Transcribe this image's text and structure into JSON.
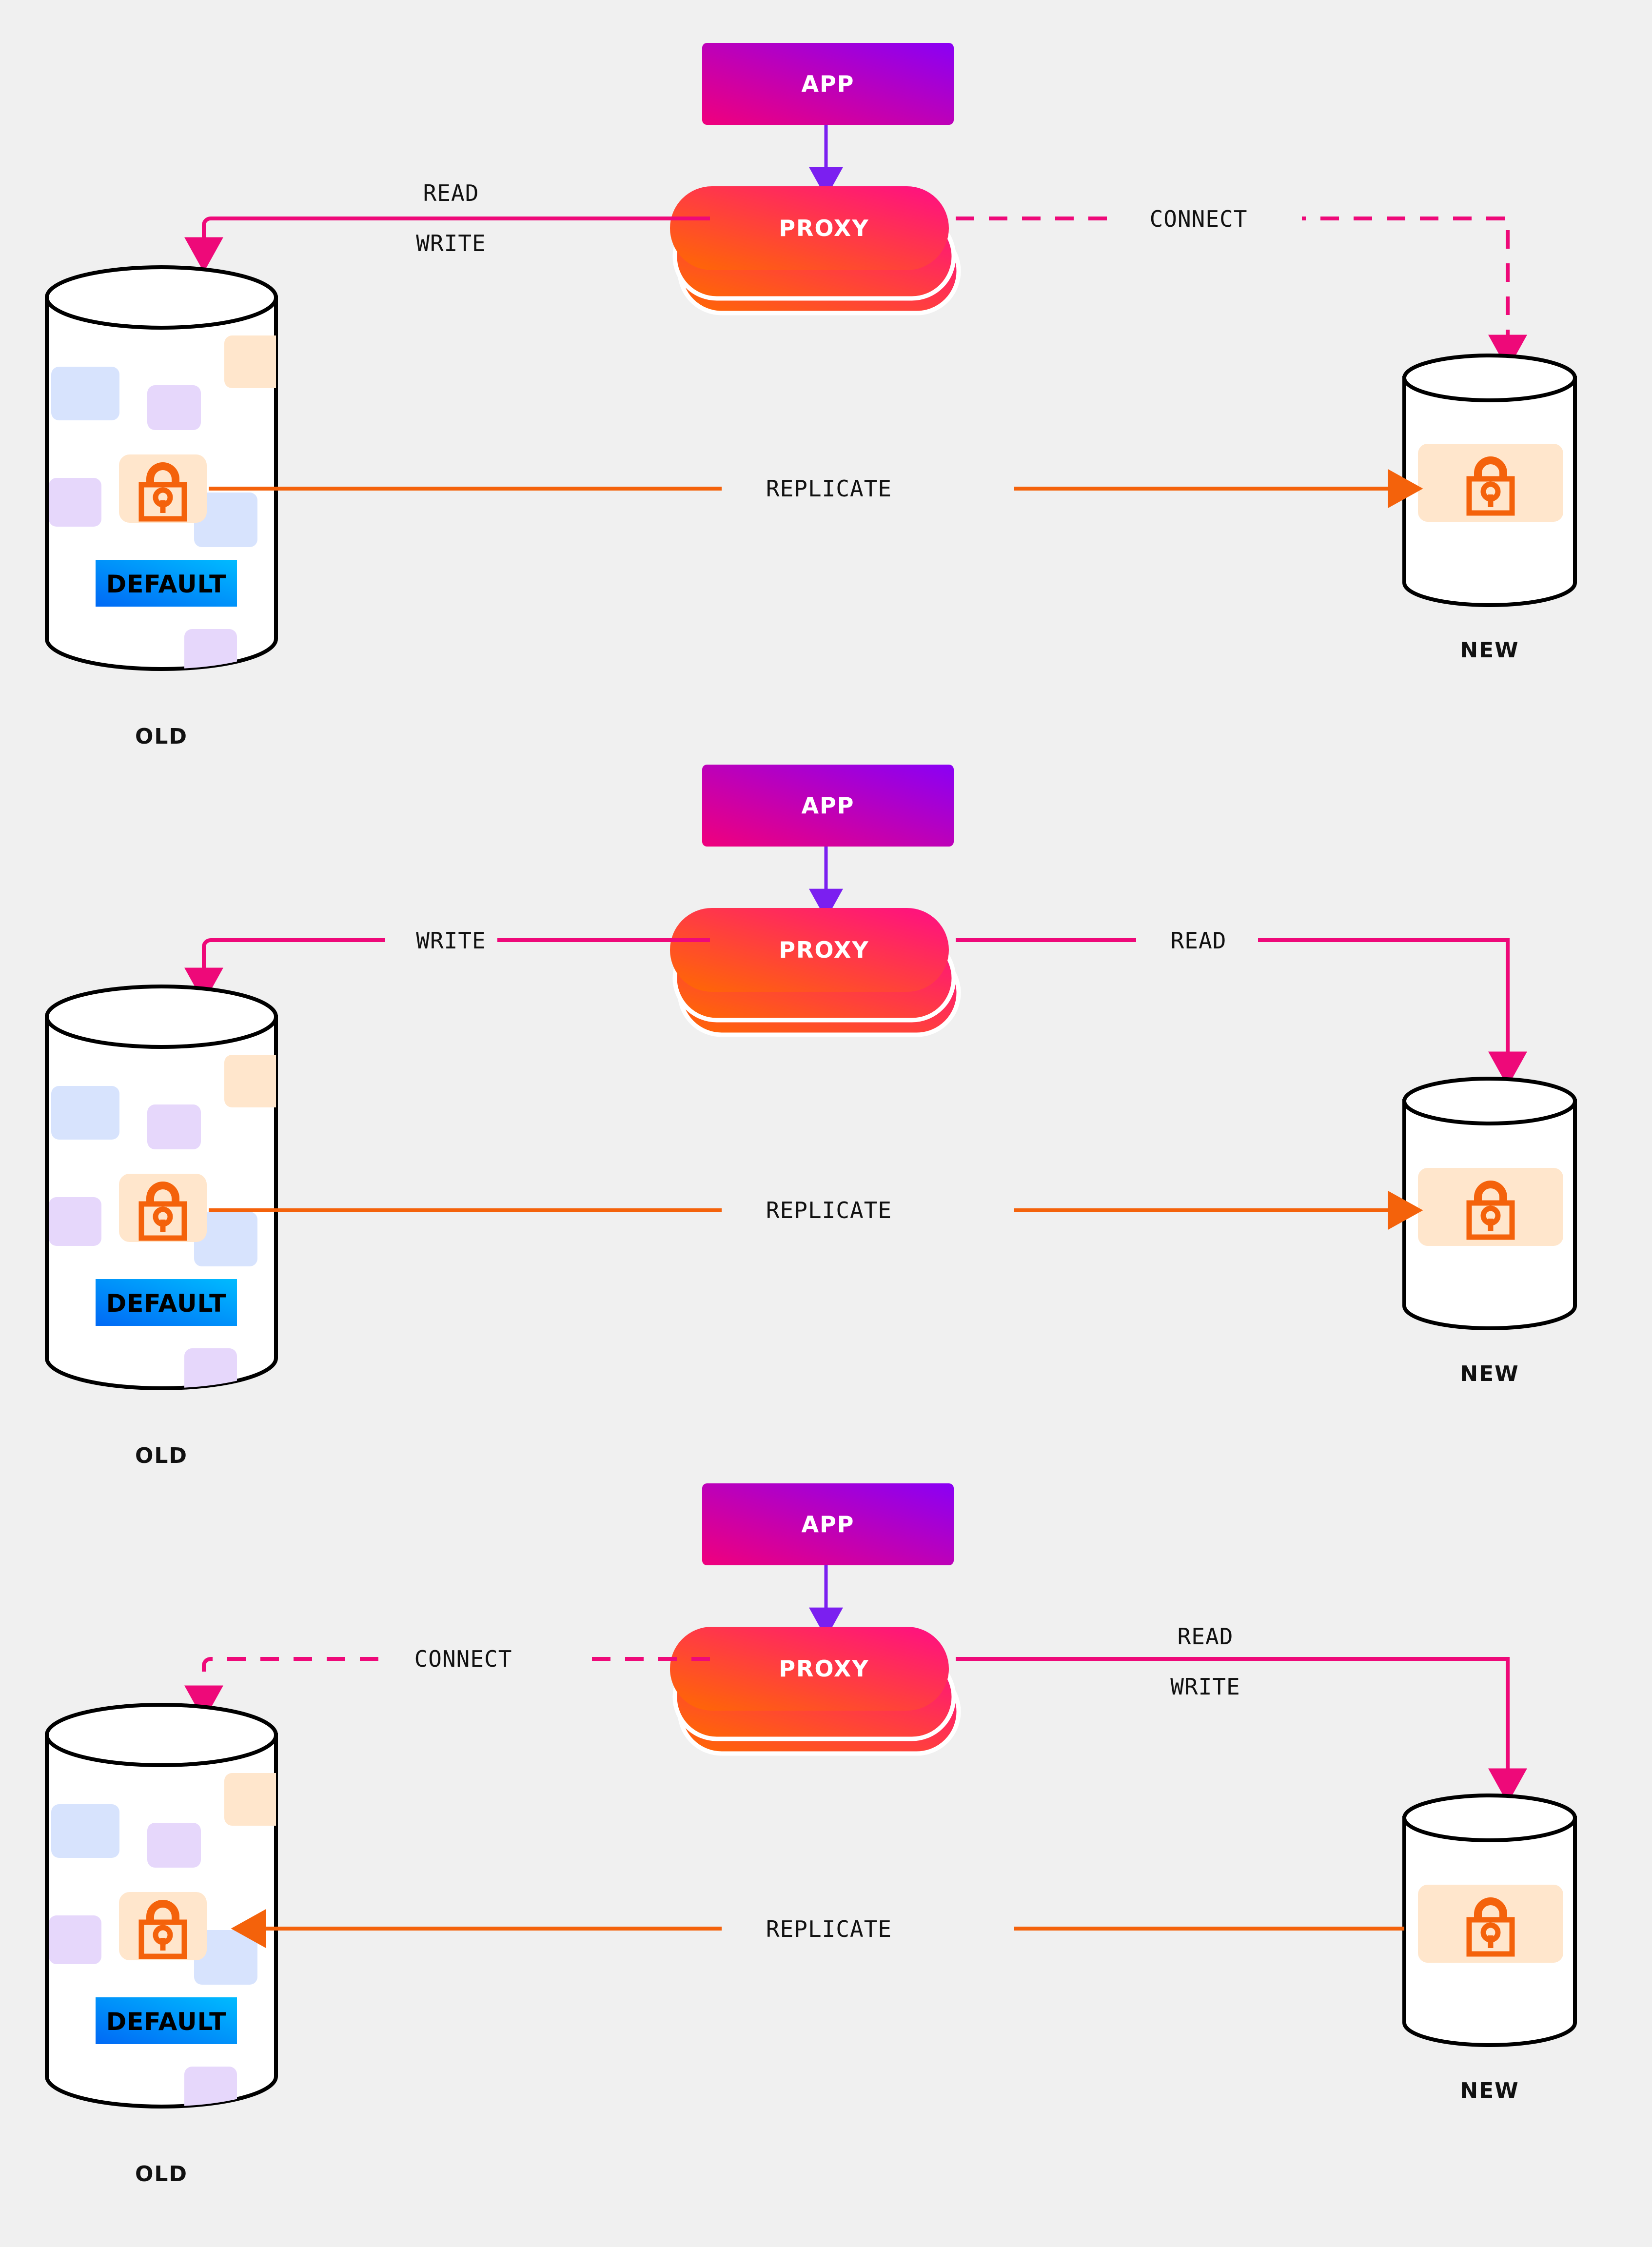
{
  "meta": {
    "title": "Database migration with proxy — three phases",
    "background": "#f0f0f0"
  },
  "colors": {
    "background": "#f0f0f0",
    "app_gradient_start": "#f0007c",
    "app_gradient_end": "#8a00f5",
    "proxy_gradient_start": "#ff6a00",
    "proxy_gradient_end": "#ff0d86",
    "arrow_pink": "#ee0979",
    "arrow_purple": "#7b1ff0",
    "arrow_orange": "#f4620b",
    "lock_orange": "#f4620b",
    "lock_tile_bg": "#ffe6cc",
    "tile_blue": "#d7e3fd",
    "tile_purple": "#e6d7fb",
    "tile_orange": "#ffe6cc",
    "default_gradient_start": "#0069f5",
    "default_gradient_end": "#00bbff",
    "cylinder_stroke": "#000000",
    "cylinder_fill": "#ffffff",
    "label_text": "#111111"
  },
  "labels": {
    "app": "APP",
    "proxy": "PROXY",
    "old_db": "OLD",
    "new_db": "NEW",
    "default_schema": "DEFAULT",
    "read": "READ",
    "write": "WRITE",
    "connect": "CONNECT",
    "replicate": "REPLICATE"
  },
  "panels": [
    {
      "id": "phase-1",
      "app": "APP",
      "proxy": "PROXY",
      "old_db_label": "OLD",
      "new_db_label": "NEW",
      "default_label": "DEFAULT",
      "left_link": {
        "label_top": "READ",
        "label_bottom": "WRITE",
        "style": "solid",
        "target": "old",
        "direction": "to-old"
      },
      "right_link": {
        "label_top": "CONNECT",
        "label_bottom": "",
        "style": "dashed",
        "target": "new",
        "direction": "to-new"
      },
      "replicate": {
        "label": "REPLICATE",
        "direction": "old-to-new"
      }
    },
    {
      "id": "phase-2",
      "app": "APP",
      "proxy": "PROXY",
      "old_db_label": "OLD",
      "new_db_label": "NEW",
      "default_label": "DEFAULT",
      "left_link": {
        "label_top": "WRITE",
        "label_bottom": "",
        "style": "solid",
        "target": "old",
        "direction": "to-old"
      },
      "right_link": {
        "label_top": "READ",
        "label_bottom": "",
        "style": "solid",
        "target": "new",
        "direction": "to-new"
      },
      "replicate": {
        "label": "REPLICATE",
        "direction": "old-to-new"
      }
    },
    {
      "id": "phase-3",
      "app": "APP",
      "proxy": "PROXY",
      "old_db_label": "OLD",
      "new_db_label": "NEW",
      "default_label": "DEFAULT",
      "left_link": {
        "label_top": "CONNECT",
        "label_bottom": "",
        "style": "dashed",
        "target": "old",
        "direction": "to-old"
      },
      "right_link": {
        "label_top": "READ",
        "label_bottom": "WRITE",
        "style": "solid",
        "target": "new",
        "direction": "to-new"
      },
      "replicate": {
        "label": "REPLICATE",
        "direction": "new-to-old"
      }
    }
  ],
  "icons": {
    "lock": "lock-icon",
    "database_cylinder": "database-icon",
    "arrow_head": "arrow-head-icon"
  }
}
